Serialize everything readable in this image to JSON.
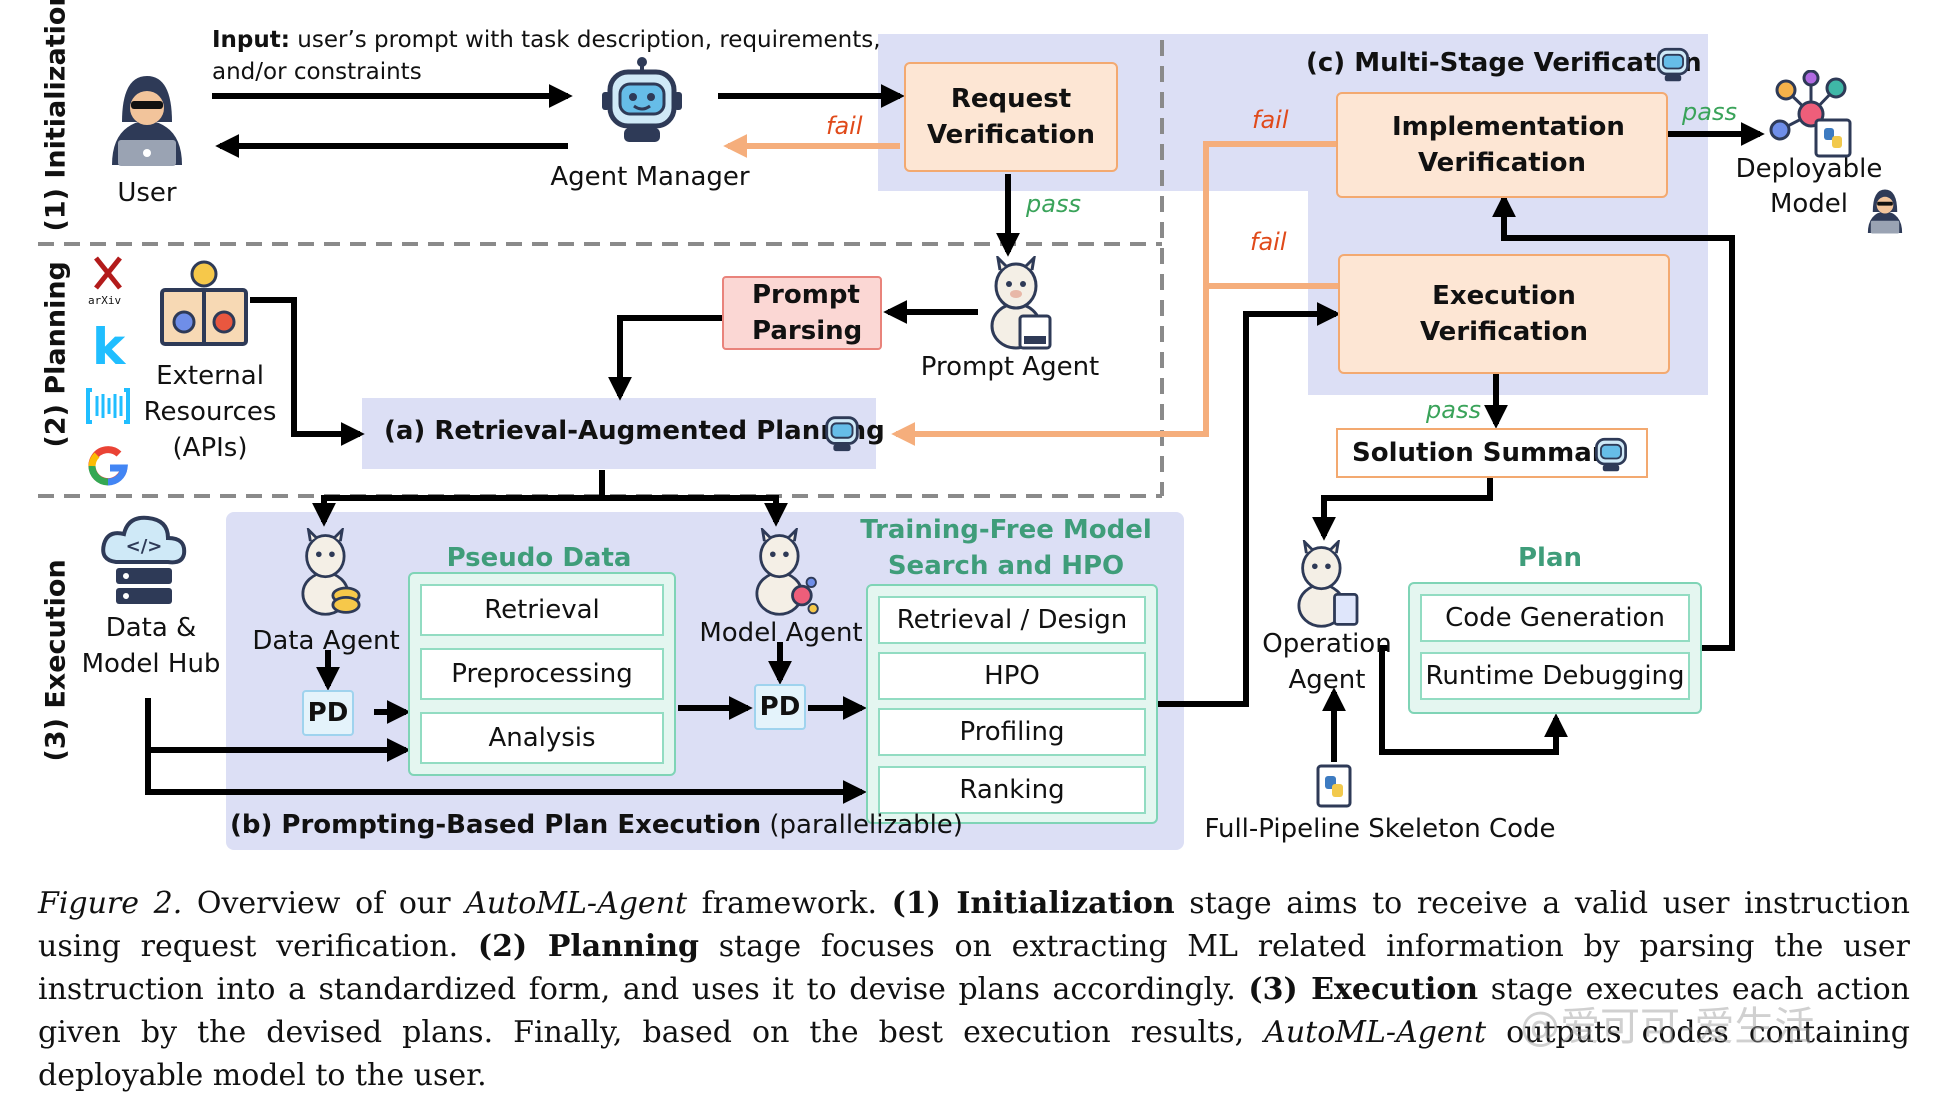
{
  "stages": {
    "initialization": "(1) Initialization",
    "planning": "(2) Planning",
    "execution": "(3) Execution"
  },
  "input": {
    "prefix": "Input:",
    "text_line1": " user’s prompt with task description, requirements,",
    "text_line2": "and/or constraints"
  },
  "nodes": {
    "user": "User",
    "agent_manager": "Agent Manager",
    "request_verification": "Request Verification",
    "prompt_parsing": "Prompt Parsing",
    "prompt_agent": "Prompt Agent",
    "external_resources": "External Resources (APIs)",
    "retrieval_planning": "(a)  Retrieval-Augmented Planning",
    "multi_stage_verification": "(c) Multi-Stage Verification",
    "implementation_verification": "Implementation Verification",
    "execution_verification": "Execution Verification",
    "deployable_model": "Deployable Model",
    "solution_summary": "Solution Summary",
    "data_model_hub": "Data & Model Hub",
    "data_agent": "Data Agent",
    "model_agent": "Model Agent",
    "operation_agent": "Operation Agent",
    "pd": "PD",
    "skeleton_code": "Full-Pipeline Skeleton Code",
    "arxiv": "arXiv"
  },
  "pseudo_data_analysis": {
    "title": "Pseudo Data Analysis",
    "items": [
      "Retrieval",
      "Preprocessing",
      "Analysis"
    ]
  },
  "model_search": {
    "title_line1": "Training-Free Model",
    "title_line2": "Search and HPO",
    "items": [
      "Retrieval / Design",
      "HPO",
      "Profiling",
      "Ranking"
    ]
  },
  "plan_implementation": {
    "title": "Plan Implementation",
    "items": [
      "Code Generation",
      "Runtime Debugging"
    ]
  },
  "plan_execution": {
    "label_bold": "(b) Prompting-Based Plan Execution",
    "label_rest": " (parallelizable)"
  },
  "edge_labels": {
    "pass": "pass",
    "fail": "fail"
  },
  "caption": {
    "fig": "Figure 2.",
    "t1": " Overview of our ",
    "name": "AutoML-Agent",
    "t2": " framework.  ",
    "s1": "(1) Initialization",
    "t3": " stage aims to receive a valid user instruction using request verification. ",
    "s2": "(2) Planning",
    "t4": " stage focuses on extracting ML related information by parsing the user instruction into a standardized form, and uses it to devise plans accordingly. ",
    "s3": "(3) Execution",
    "t5": " stage executes each action given by the devised plans. Finally, based on the best execution results, ",
    "t6": " outputs codes containing deployable model to the user."
  },
  "watermark": "@爱可可-爱生活",
  "colors": {
    "region_fill": "#dcdff5",
    "orange_fill": "#fde6d4",
    "orange_stroke": "#f3a970",
    "green_title": "#3f9d7a",
    "pass": "#3aa35a",
    "fail": "#e04a1a"
  },
  "icons": [
    "user-hacker-icon",
    "robot-icon",
    "alpaca-icon",
    "arxiv-icon",
    "kaggle-icon",
    "huggingface-icon",
    "google-icon",
    "book-gears-icon",
    "cloud-server-icon",
    "network-model-icon",
    "python-file-icon"
  ]
}
